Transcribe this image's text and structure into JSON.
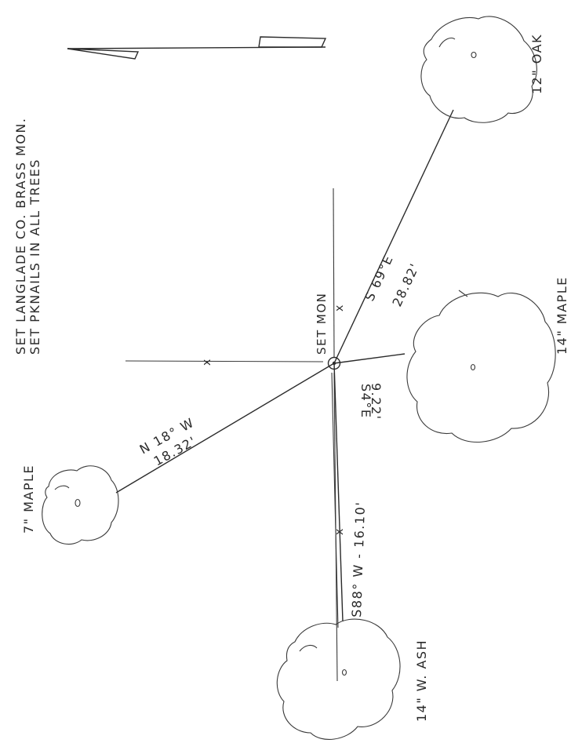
{
  "notes": {
    "line1": "SET LANGLADE CO. BRASS MON.",
    "line2": "SET PKNAILS IN ALL TREES"
  },
  "monument": {
    "label": "SET MON"
  },
  "ties": [
    {
      "id": "oak",
      "bearing": "S 69°E",
      "distance": "28.82'"
    },
    {
      "id": "maple14",
      "bearing": "S4°E",
      "distance": "9.22'"
    },
    {
      "id": "maple7",
      "bearing": "N 18° W",
      "distance": "18.32'"
    },
    {
      "id": "ash",
      "bearing_distance": "S88° W  -  16.10'"
    }
  ],
  "trees": [
    {
      "id": "oak",
      "label": "12\" OAK"
    },
    {
      "id": "maple14",
      "label": "14\" MAPLE"
    },
    {
      "id": "maple7",
      "label": "7\" MAPLE"
    },
    {
      "id": "ash",
      "label": "14\" W. ASH"
    }
  ],
  "marks": {
    "x": "x"
  }
}
